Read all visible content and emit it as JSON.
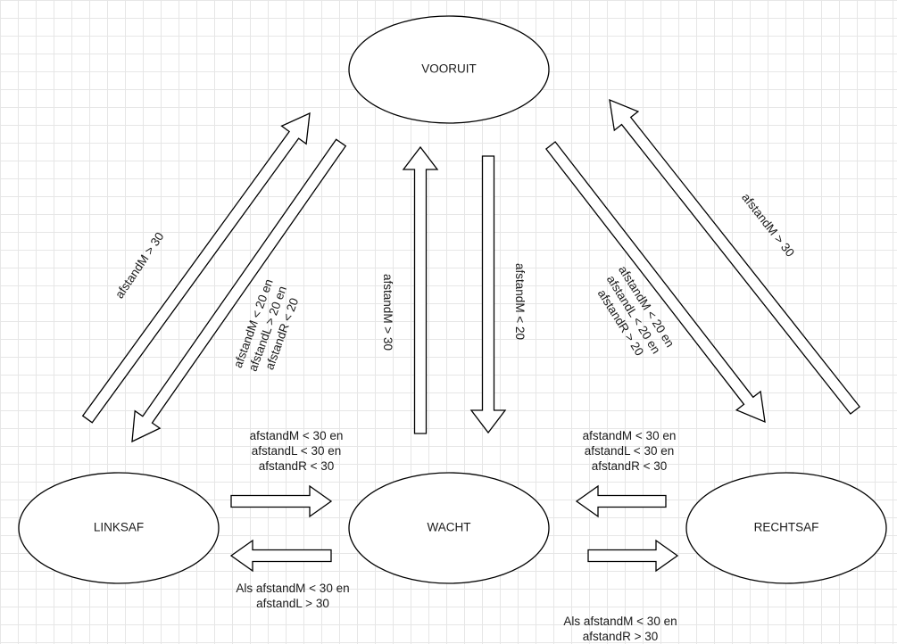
{
  "colors": {
    "vooruit_text": "#00d26a",
    "wacht_text": "#e0261b",
    "default_text": "#1a1a1a"
  },
  "states": {
    "vooruit": "VOORUIT",
    "wacht": "WACHT",
    "linksaf": "LINKSAF",
    "rechtsaf": "RECHTSAF"
  },
  "labels": {
    "linksaf_to_vooruit": [
      "afstandM > 30"
    ],
    "vooruit_to_linksaf": [
      "afstandM < 20 en",
      "afstandL > 20 en",
      "afstandR < 20"
    ],
    "wacht_to_vooruit": [
      "afstandM > 30"
    ],
    "vooruit_to_wacht": [
      "afstandM  < 20"
    ],
    "vooruit_to_rechtsaf": [
      "afstandM  < 20 en",
      "afstandL  < 20 en",
      "afstandR > 20"
    ],
    "rechtsaf_to_vooruit": [
      "afstandM > 30"
    ],
    "linksaf_to_wacht": [
      "afstandM < 30 en",
      "afstandL < 30 en",
      "afstandR < 30"
    ],
    "wacht_to_linksaf": [
      "Als afstandM < 30 en",
      "afstandL > 30"
    ],
    "rechtsaf_to_wacht": [
      "afstandM < 30 en",
      "afstandL < 30 en",
      "afstandR < 30"
    ],
    "wacht_to_rechtsaf": [
      "Als afstandM < 30 en",
      "afstandR > 30"
    ]
  }
}
